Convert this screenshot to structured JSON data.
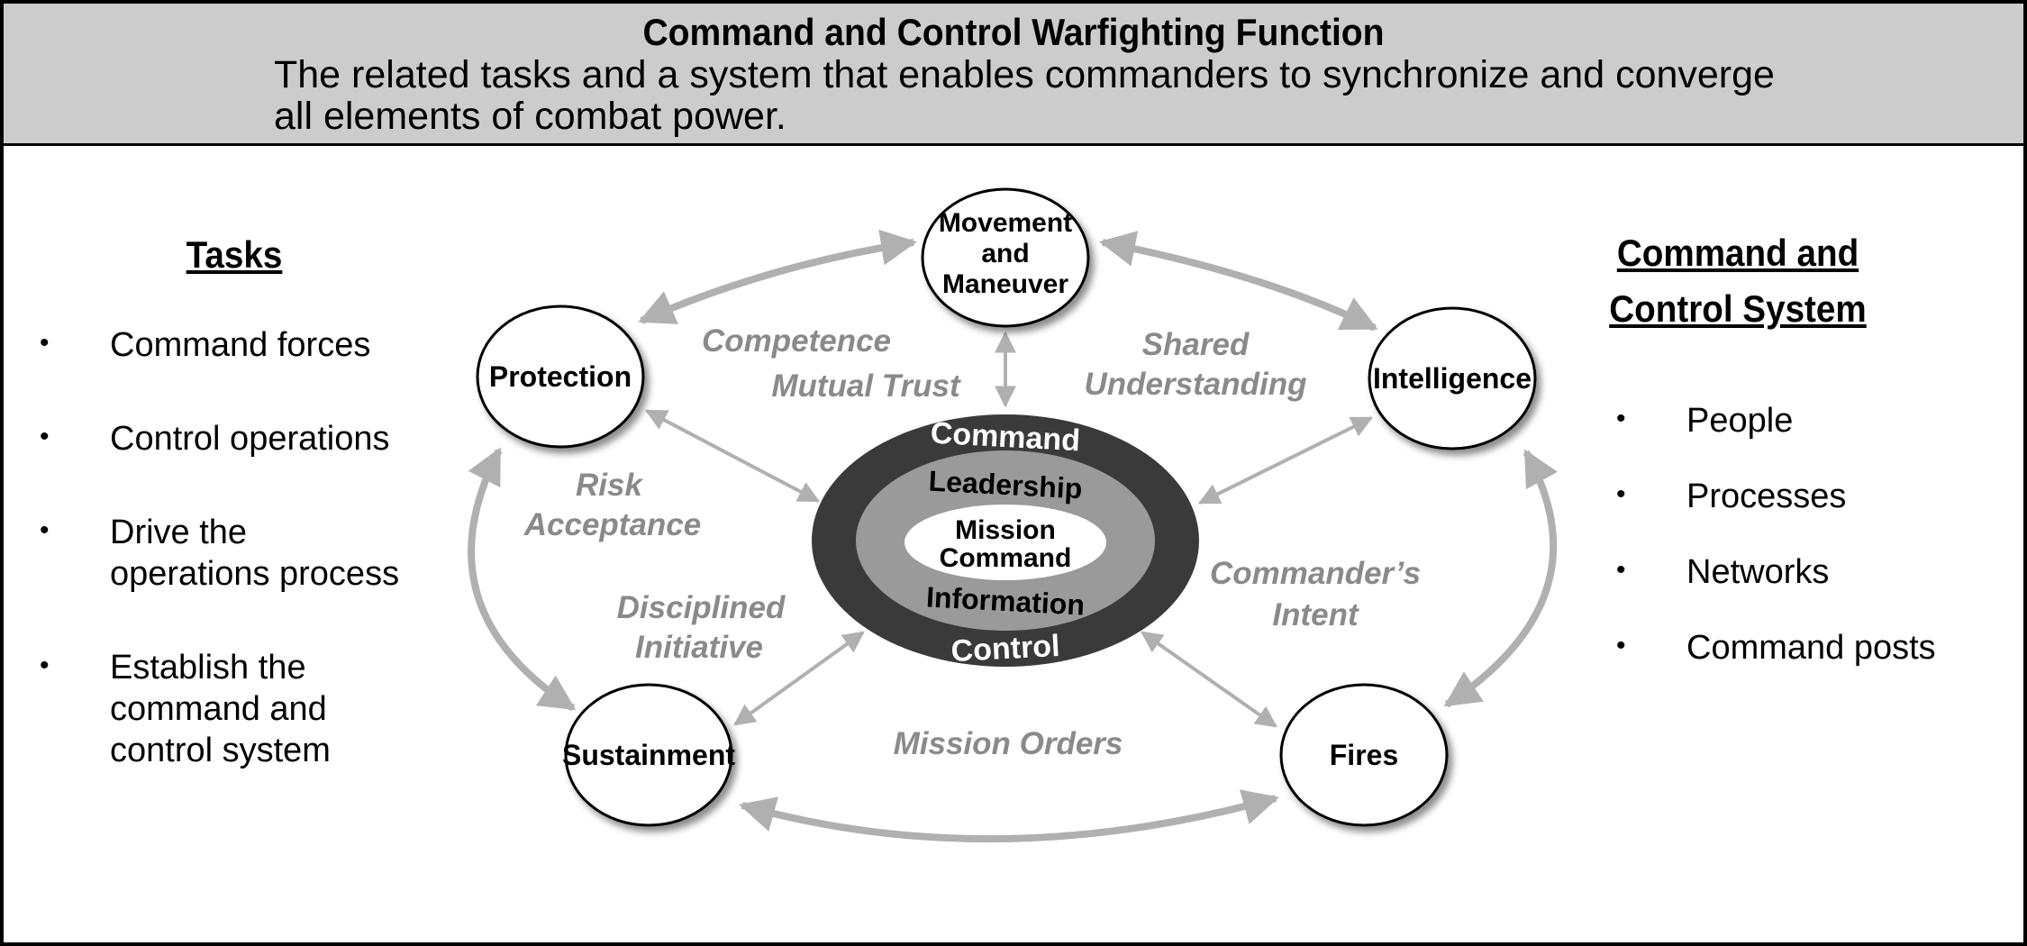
{
  "header": {
    "title": "Command and Control Warfighting Function",
    "description_line_1": "The related tasks and a system that enables commanders to synchronize and converge",
    "description_line_2": "all elements of combat power."
  },
  "tasks": {
    "heading": "Tasks",
    "items": [
      {
        "lines": [
          "Command forces"
        ]
      },
      {
        "lines": [
          "Control operations"
        ]
      },
      {
        "lines": [
          "Drive the",
          "operations process"
        ]
      },
      {
        "lines": [
          "Establish the",
          "command and",
          "control system"
        ]
      }
    ]
  },
  "c2_system": {
    "heading_lines": [
      "Command and",
      "Control System"
    ],
    "items": [
      "People",
      "Processes",
      "Networks",
      "Command posts"
    ]
  },
  "diagram": {
    "bullet_glyph": "•",
    "nodes": {
      "movement": [
        "Movement",
        "and",
        "Maneuver"
      ],
      "protection": [
        "Protection"
      ],
      "intelligence": [
        "Intelligence"
      ],
      "sustainment": [
        "Sustainment"
      ],
      "fires": [
        "Fires"
      ]
    },
    "themes": {
      "competence": "Competence",
      "mutual_trust": "Mutual Trust",
      "shared_1": "Shared",
      "shared_2": "Understanding",
      "risk_1": "Risk",
      "risk_2": "Acceptance",
      "disciplined_1": "Disciplined",
      "disciplined_2": "Initiative",
      "intent_1": "Commander’s",
      "intent_2": "Intent",
      "mission_orders": "Mission Orders"
    },
    "center": {
      "outer_top": "Command",
      "outer_bottom": "Control",
      "middle_top": "Leadership",
      "middle_bottom": "Information",
      "inner_1": "Mission",
      "inner_2": "Command"
    },
    "colors": {
      "outer_ring": "#3a3a3a",
      "middle_ring": "#9a9a9a",
      "inner": "#ffffff",
      "arrows": "#b0b0b0",
      "themes": "#8a8a8a",
      "header_band": "#cccccc"
    }
  }
}
